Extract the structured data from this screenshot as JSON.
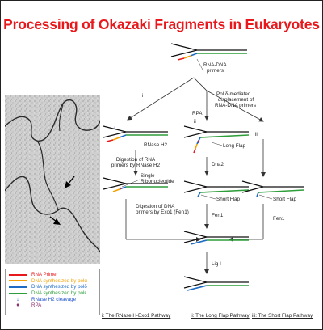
{
  "title": "Processing of Okazaki Fragments in Eukaryotes",
  "colors": {
    "title": "#e8181c",
    "rna_primer": "#e8181c",
    "pol_alpha": "#f2a200",
    "pol_delta": "#1d6bc4",
    "pol_epsilon": "#2e9e3a",
    "template": "#111111",
    "rnase_h2": "#2255cc",
    "rpa": "#8c2a6a"
  },
  "micrograph": {
    "arrow_icon": "arrow-icon"
  },
  "legend": [
    {
      "label": "RNA Primer",
      "color": "#e8181c",
      "kind": "line"
    },
    {
      "label": "DNA synthesized by polα",
      "color": "#f2a200",
      "kind": "line"
    },
    {
      "label": "DNA synthesized by polδ",
      "color": "#1d6bc4",
      "kind": "line"
    },
    {
      "label": "DNA synthesized by polε",
      "color": "#2e9e3a",
      "kind": "line"
    },
    {
      "label": "RNase H2 cleavage",
      "color": "#2255cc",
      "kind": "symbol",
      "symbol": "↓"
    },
    {
      "label": "RPA",
      "color": "#8c2a6a",
      "kind": "symbol",
      "symbol": "♦"
    }
  ],
  "labels": {
    "rna_dna_primers": [
      "RNA-DNA",
      "primers"
    ],
    "pol_delta_displacement": [
      "Pol δ-mediated",
      "displacement of",
      "RNA-DNA primers"
    ],
    "path_i": "i",
    "path_ii": "ii",
    "path_iii": "iii",
    "rpa": "RPA",
    "rnase_h2": "RNase H2",
    "long_flap": "Long Flap",
    "digestion_rna": [
      "Digestion of RNA",
      "primers by RNase H2"
    ],
    "dna2": "Dna2",
    "single_ribonucleotide": [
      "Single",
      "Ribonucleotide"
    ],
    "short_flap_ii": "Short Flap",
    "short_flap_iii": "Short Flap",
    "digestion_dna": [
      "Digestion of DNA",
      "primers by Exo1 (Fen1)"
    ],
    "fen1_ii": "Fen1",
    "fen1_iii": "Fen1",
    "lig_i": "Lig I"
  },
  "pathways": [
    "i: The RNase H-Exo1 Pathway",
    "ii: The Long Flap Pathway",
    "iii: The Short Flap Pathway"
  ]
}
